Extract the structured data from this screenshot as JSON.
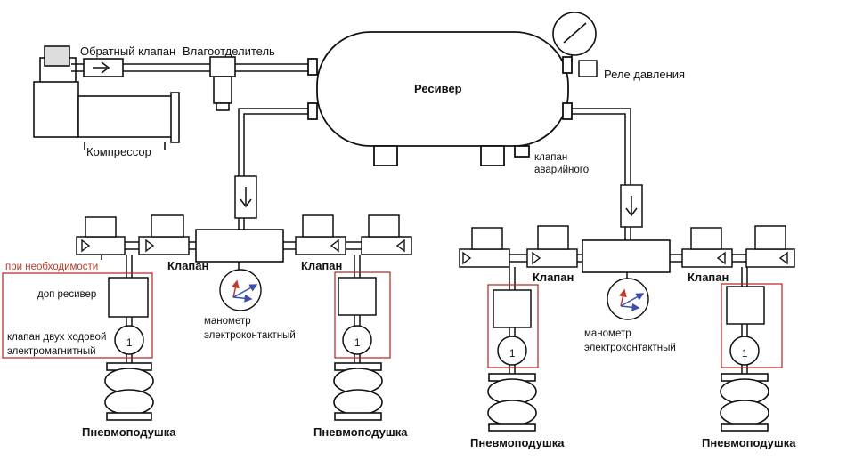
{
  "labels": {
    "check_valve": "Обратный клапан",
    "moisture_separator": "Влагоотделитель",
    "receiver": "Ресивер",
    "pressure_relay": "Реле давления",
    "compressor": "Компрессор",
    "emergency_valve_line1": "клапан",
    "emergency_valve_line2": "аварийного",
    "if_needed": "при необходимости",
    "extra_receiver": "доп ресивер",
    "two_way_valve_line1": "клапан двух ходовой",
    "two_way_valve_line2": "электромагнитный",
    "valve": "Клапан",
    "manometer_line1": "манометр",
    "manometer_line2": "электроконтактный",
    "air_spring": "Пневмоподушка",
    "mark_one": "1"
  },
  "colors": {
    "line": "#111111",
    "highlight_box": "#b22222",
    "note_text": "#c0392b",
    "gauge_arrow": "#c0392b",
    "gauge_arrow2": "#3a4fb0"
  }
}
